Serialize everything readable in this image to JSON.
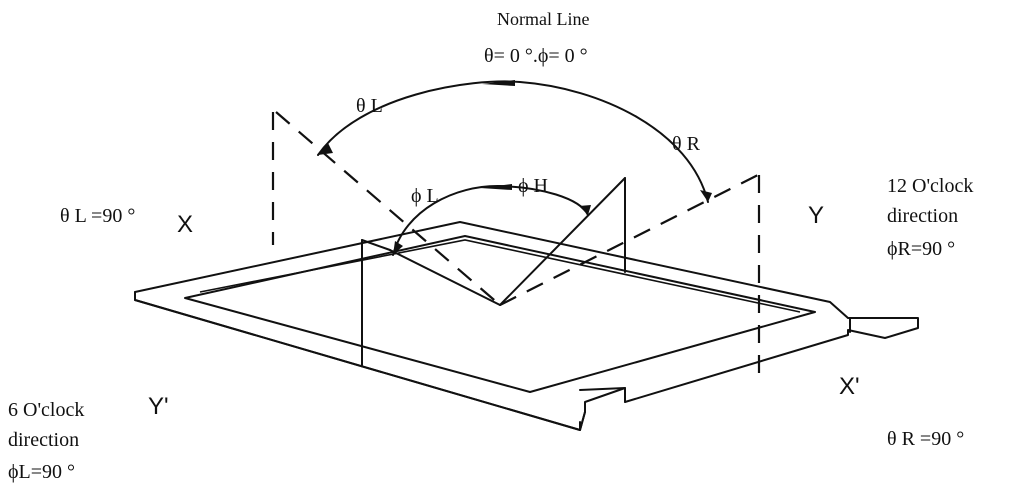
{
  "labels": {
    "normal_line": "Normal Line",
    "normal_angles": "θ= 0 °.ϕ= 0 °",
    "theta_l": "θ L",
    "theta_r": "θ R",
    "phi_l": "ϕ L",
    "phi_h": "ϕ H",
    "theta_l_90": "θ L =90 °",
    "axis_x": "X",
    "axis_y": "Y",
    "axis_y_prime": "Y'",
    "axis_x_prime": "X'",
    "twelve_oclock_line1": "12 O'clock",
    "twelve_oclock_line2": "direction",
    "phi_r_90": "ϕR=90 °",
    "six_oclock_line1": "6 O'clock",
    "six_oclock_line2": "direction",
    "phi_l_90": "ϕL=90 °",
    "theta_r_90": "θ R =90 °"
  }
}
